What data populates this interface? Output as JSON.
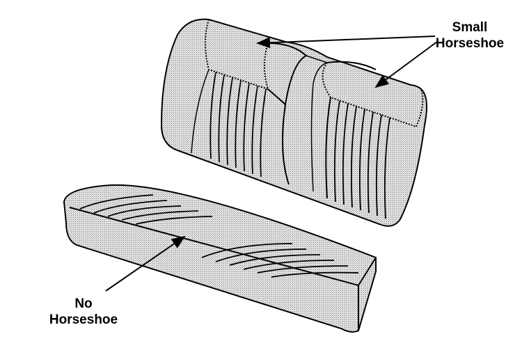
{
  "labels": {
    "small_horseshoe": [
      "Small",
      "Horseshoe"
    ],
    "no_horseshoe": [
      "No",
      "Horseshoe"
    ]
  },
  "colors": {
    "fill": "#cfcfcf",
    "stroke": "#000000"
  }
}
